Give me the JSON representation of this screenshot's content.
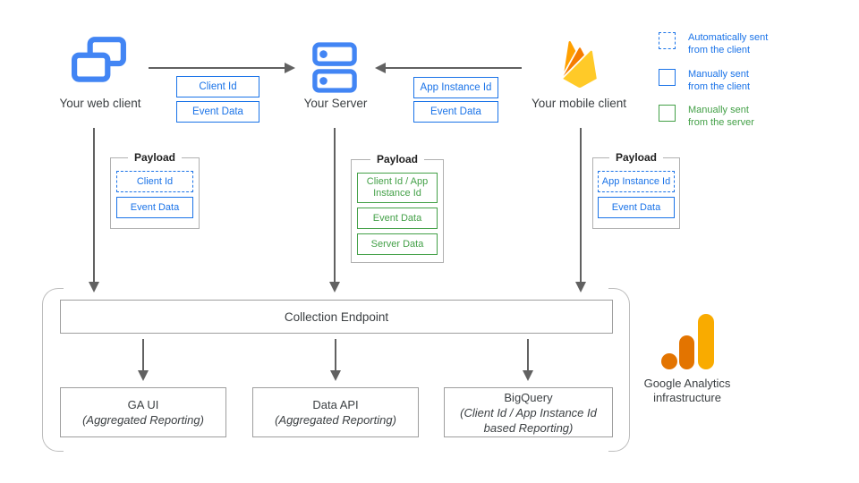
{
  "clients": {
    "web": {
      "label": "Your web client"
    },
    "server": {
      "label": "Your Server"
    },
    "mobile": {
      "label": "Your mobile client"
    }
  },
  "edge_web_to_server": {
    "tags": [
      "Client Id",
      "Event Data"
    ]
  },
  "edge_mobile_to_server": {
    "tags": [
      "App Instance Id",
      "Event Data"
    ]
  },
  "payloads": {
    "web": {
      "title": "Payload",
      "items": [
        {
          "label": "Client Id",
          "style": "dashed-blue"
        },
        {
          "label": "Event Data",
          "style": "solid-blue"
        }
      ]
    },
    "server": {
      "title": "Payload",
      "items": [
        {
          "label": "Client Id / App Instance Id",
          "style": "solid-green"
        },
        {
          "label": "Event Data",
          "style": "solid-green"
        },
        {
          "label": "Server Data",
          "style": "solid-green"
        }
      ]
    },
    "mobile": {
      "title": "Payload",
      "items": [
        {
          "label": "App Instance Id",
          "style": "dashed-blue"
        },
        {
          "label": "Event Data",
          "style": "solid-blue"
        }
      ]
    }
  },
  "legend": {
    "items": [
      {
        "line1": "Automatically sent",
        "line2": "from the client",
        "style": "dashed-blue"
      },
      {
        "line1": "Manually sent",
        "line2": "from the client",
        "style": "solid-blue"
      },
      {
        "line1": "Manually sent",
        "line2": "from the server",
        "style": "solid-green"
      }
    ]
  },
  "infrastructure": {
    "collection_endpoint": "Collection Endpoint",
    "ga_ui": {
      "title": "GA UI",
      "subtitle": "(Aggregated Reporting)"
    },
    "data_api": {
      "title": "Data API",
      "subtitle": "(Aggregated Reporting)"
    },
    "bigquery": {
      "title": "BigQuery",
      "subtitle": "(Client Id / App Instance Id based Reporting)"
    },
    "brand": {
      "line1": "Google Analytics",
      "line2": "infrastructure"
    }
  },
  "colors": {
    "blue_accent": "#1A73E8",
    "icon_blue": "#4285F4",
    "green_accent": "#43A047",
    "arrow_gray": "#616161",
    "border_gray": "#9E9E9E",
    "bracket_gray": "#BDBDBD",
    "firebase_dark_amber": "#FFA000",
    "firebase_orange": "#F57C00",
    "firebase_amber": "#FFCA28",
    "ga_amber": "#F9AB00",
    "ga_orange": "#E37400"
  }
}
